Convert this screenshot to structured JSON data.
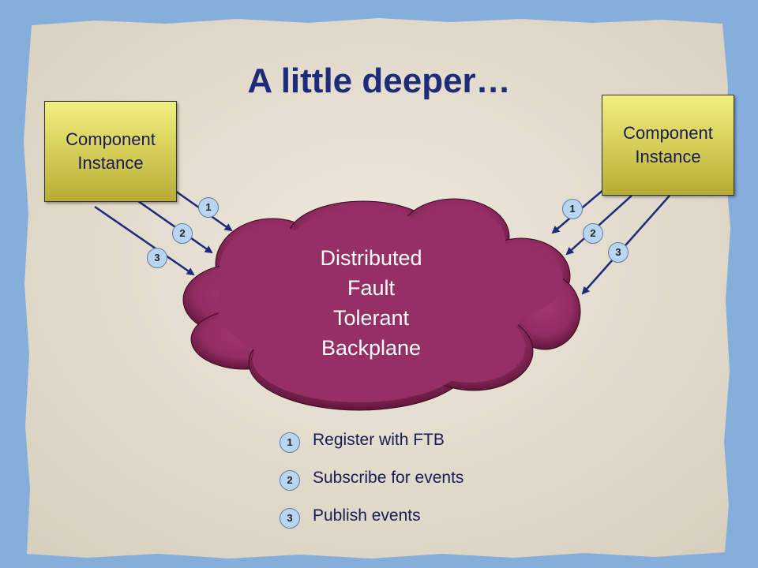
{
  "title": "A little deeper…",
  "components": {
    "left_label": "Component\nInstance",
    "right_label": "Component\nInstance"
  },
  "backplane_label": "Distributed\nFault\nTolerant\nBackplane",
  "badge_numbers": [
    "1",
    "2",
    "3"
  ],
  "legend": [
    {
      "number": "1",
      "label": "Register with FTB"
    },
    {
      "number": "2",
      "label": "Subscribe for events"
    },
    {
      "number": "3",
      "label": "Publish events"
    }
  ],
  "colors": {
    "title": "#1e2a7a",
    "cloud": "#962f66",
    "box_top": "#f2f07c",
    "box_bottom": "#b7ad35",
    "badge": "#b8d6f2",
    "paper": "#e6e0d2"
  }
}
